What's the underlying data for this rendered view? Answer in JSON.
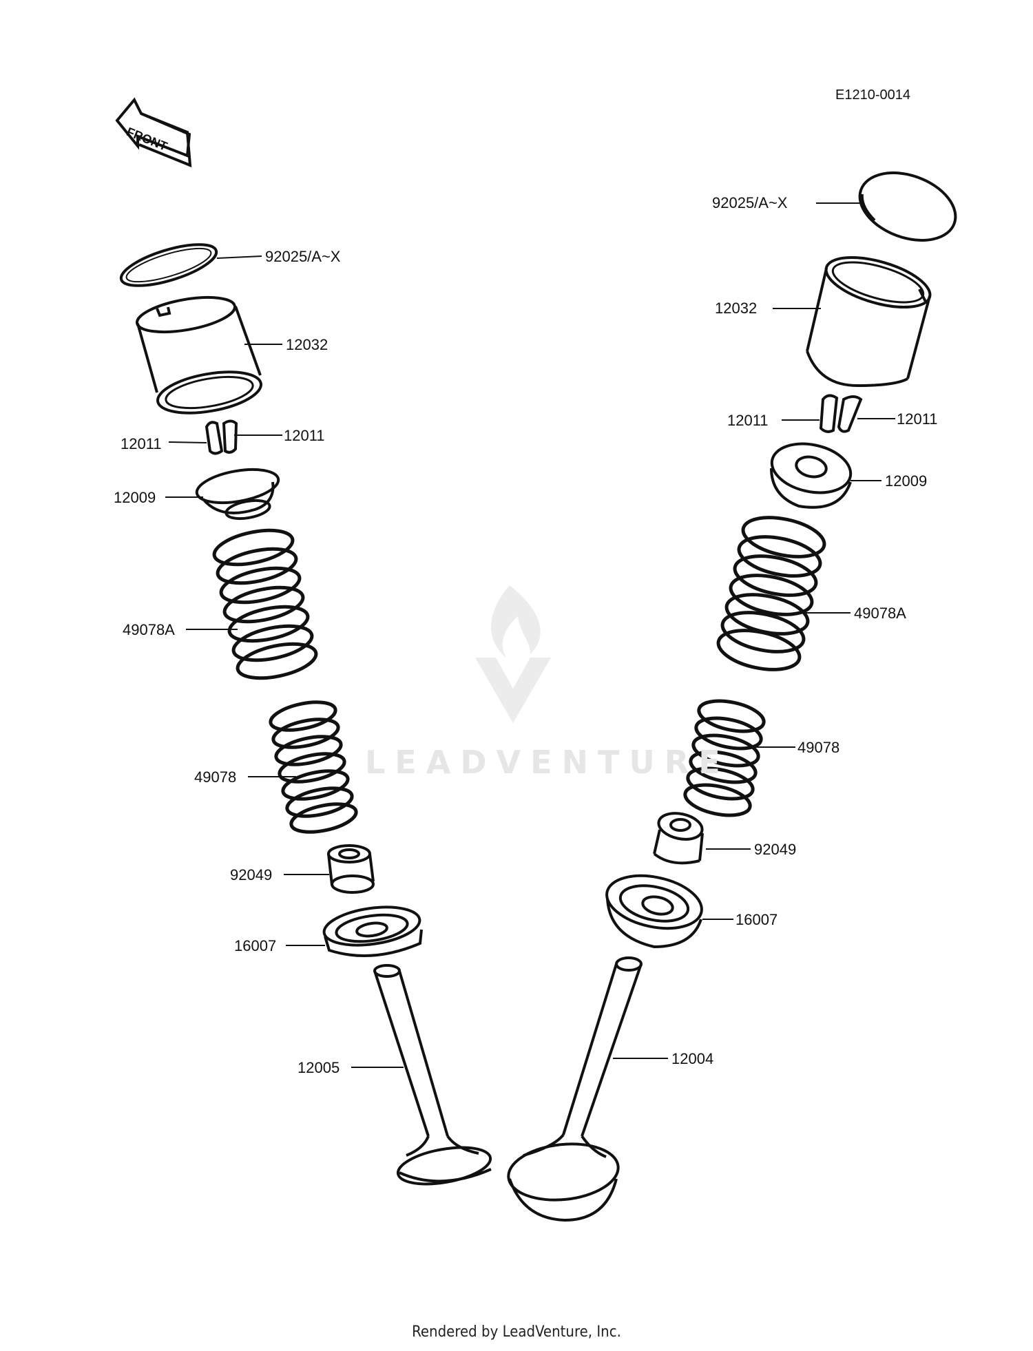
{
  "diagram_code": "E1210-0014",
  "front_arrow_label": "FRONT",
  "watermark_text": "LEADVENTURE",
  "footer_text": "Rendered by LeadVenture, Inc.",
  "left_labels": {
    "shim": "92025/A~X",
    "lifter": "12032",
    "keeper_left": "12011",
    "keeper_right": "12011",
    "retainer": "12009",
    "outer_spring": "49078A",
    "inner_spring": "49078",
    "oil_seal": "92049",
    "spring_seat": "16007",
    "valve": "12005"
  },
  "right_labels": {
    "shim": "92025/A~X",
    "lifter": "12032",
    "keeper_left": "12011",
    "keeper_right": "12011",
    "retainer": "12009",
    "outer_spring": "49078A",
    "inner_spring": "49078",
    "oil_seal": "92049",
    "spring_seat": "16007",
    "valve": "12004"
  },
  "colors": {
    "line": "#111111",
    "watermark": "#e6e6e6"
  }
}
